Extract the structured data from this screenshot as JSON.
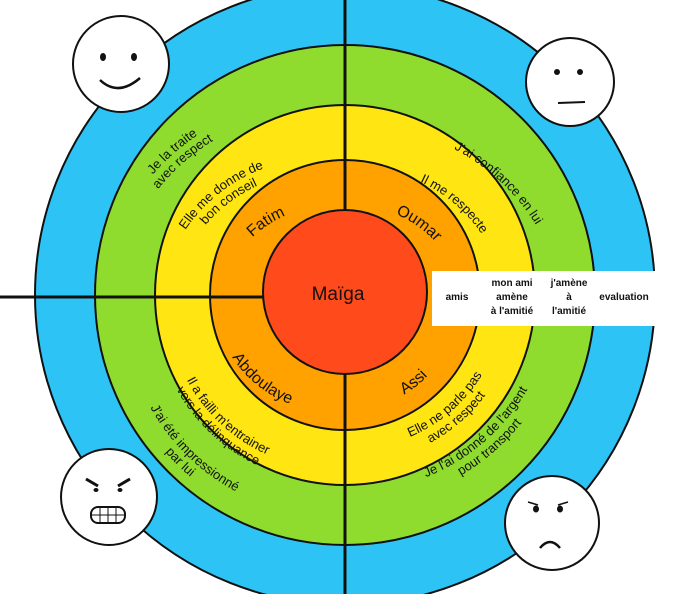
{
  "center": {
    "name": "Maïga"
  },
  "inner_names": {
    "top_left": "Fatim",
    "top_right": "Oumar",
    "bottom_left": "Abdoulaye",
    "bottom_right": "Assi"
  },
  "middle_ring": {
    "top_left": [
      "Elle me donne de",
      "bon  conseil"
    ],
    "top_right": "Il me respecte",
    "bottom_left": [
      "Il a failli   m'entrainer",
      "vers la délinquance"
    ],
    "bottom_right": [
      "Elle ne parle pas",
      "avec respect"
    ]
  },
  "outer_ring": {
    "top_left": [
      "Je la traite",
      "avec respect"
    ],
    "top_right": "J'ai confiance en lui",
    "bottom_left": [
      "J'ai été impressionné",
      "par lui"
    ],
    "bottom_right": [
      "Je l'ai donné de l'argent",
      "pour transport"
    ]
  },
  "legend": {
    "col1": "amis",
    "col2": [
      "mon ami",
      "amène",
      "à l'amitié"
    ],
    "col3": [
      "j'amène",
      "à",
      "l'amitié"
    ],
    "col4": "evaluation"
  },
  "faces": [
    "happy-face",
    "neutral-face",
    "angry-face",
    "sad-face"
  ],
  "colors": {
    "blue": "#2ec3f5",
    "green": "#8fdc2e",
    "yellow": "#ffe512",
    "orange": "#ffa200",
    "red": "#ff4a1c"
  }
}
